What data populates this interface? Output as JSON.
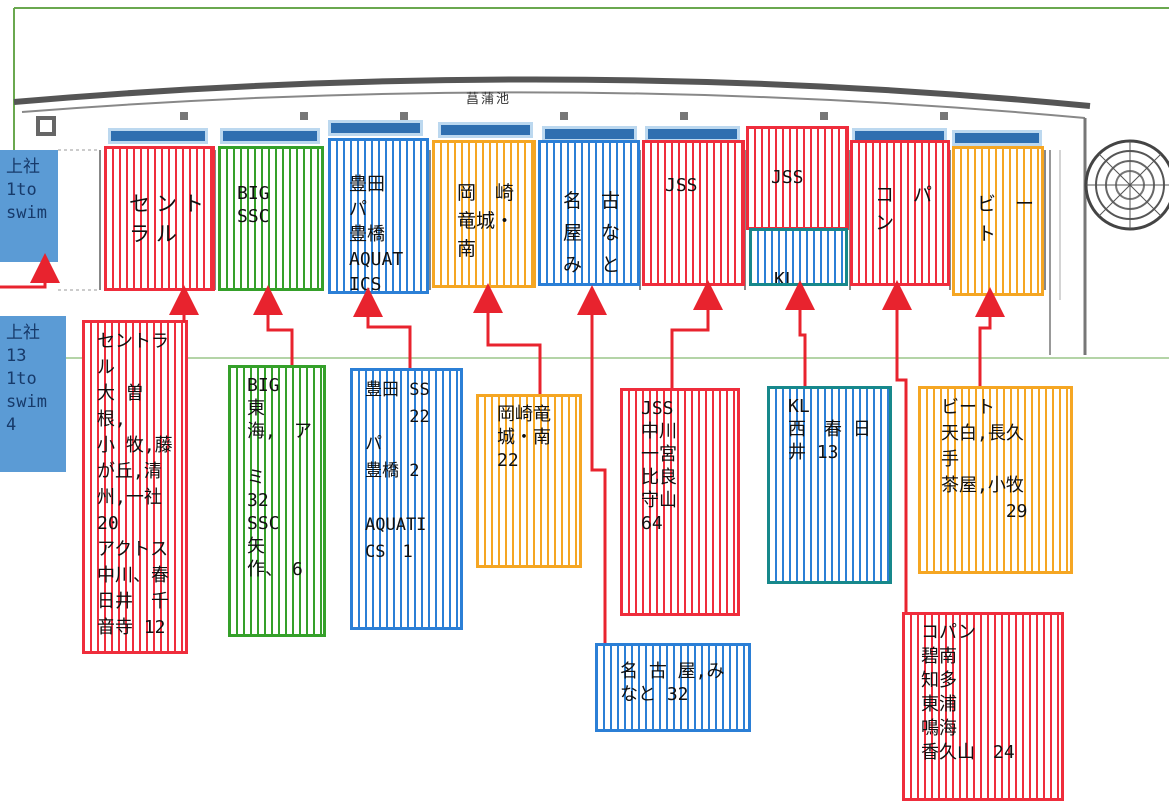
{
  "pool": {
    "title": "菖蒲池"
  },
  "lanes": [
    {
      "id": "lane-central",
      "label": "セント\nラル",
      "color": "red"
    },
    {
      "id": "lane-big",
      "label": "BIG\nSSC",
      "color": "green"
    },
    {
      "id": "lane-toyota",
      "label": "豊田\nパ\n豊橋\nAQUAT\nICS",
      "color": "blue"
    },
    {
      "id": "lane-okazaki",
      "label": "岡　崎\n竜城・\n南",
      "color": "orange"
    },
    {
      "id": "lane-nagoya",
      "label": "名　古\n屋　な\nみ　と",
      "color": "blue"
    },
    {
      "id": "lane-jss1",
      "label": "JSS",
      "color": "red"
    },
    {
      "id": "lane-jss2",
      "label": "JSS",
      "color": "red"
    },
    {
      "id": "lane-kl",
      "label": "KL",
      "color": "teal"
    },
    {
      "id": "lane-copan",
      "label": "コ　パ\nン",
      "color": "red"
    },
    {
      "id": "lane-beat",
      "label": "ビ　ー\nト",
      "color": "orange"
    }
  ],
  "side_labels": {
    "top": "上社\n1to\nswim",
    "bottom": "上社\n13\n1to\nswim\n 4"
  },
  "details": [
    {
      "id": "detail-central",
      "text": "セントラ\nル\n大 曽 根,\n小 牧,藤\nが丘,清\n州,一社\n20\nアクトス\n中川、春\n日井　千\n音寺 12",
      "color": "red"
    },
    {
      "id": "detail-big",
      "text": "BIG　東\n海,　ア\n　　　ミ\n32\nSSC　矢\n作、　6",
      "color": "green"
    },
    {
      "id": "detail-toyota",
      "text": "豊田 SS\n　　 22\nパ\n豊橋 2\n\nAQUATI\nCS　1",
      "color": "blue"
    },
    {
      "id": "detail-okazaki",
      "text": "岡崎竜\n城・南\n22",
      "color": "orange"
    },
    {
      "id": "detail-jss",
      "text": "JSS\n中川\n一宮\n比良\n守山\n64",
      "color": "red"
    },
    {
      "id": "detail-kl",
      "text": "KL\n西　春 日\n井 13",
      "color": "teal"
    },
    {
      "id": "detail-beat",
      "text": "ビート\n天白,長久\n手\n茶屋,小牧\n　　　 29",
      "color": "orange"
    },
    {
      "id": "detail-nagoya",
      "text": "名 古 屋,み\nなと 32",
      "color": "blue"
    },
    {
      "id": "detail-copan",
      "text": "コパン\n碧南\n知多\n東浦\n鳴海\n香久山　24",
      "color": "red"
    }
  ],
  "colors": {
    "red": "#ef2d3c",
    "green": "#35a02a",
    "blue": "#2b7fd6",
    "orange": "#f5a623",
    "teal": "#17888b",
    "label_bg": "#5b9bd5",
    "arrow": "#e8232e",
    "outline": "#555555"
  }
}
